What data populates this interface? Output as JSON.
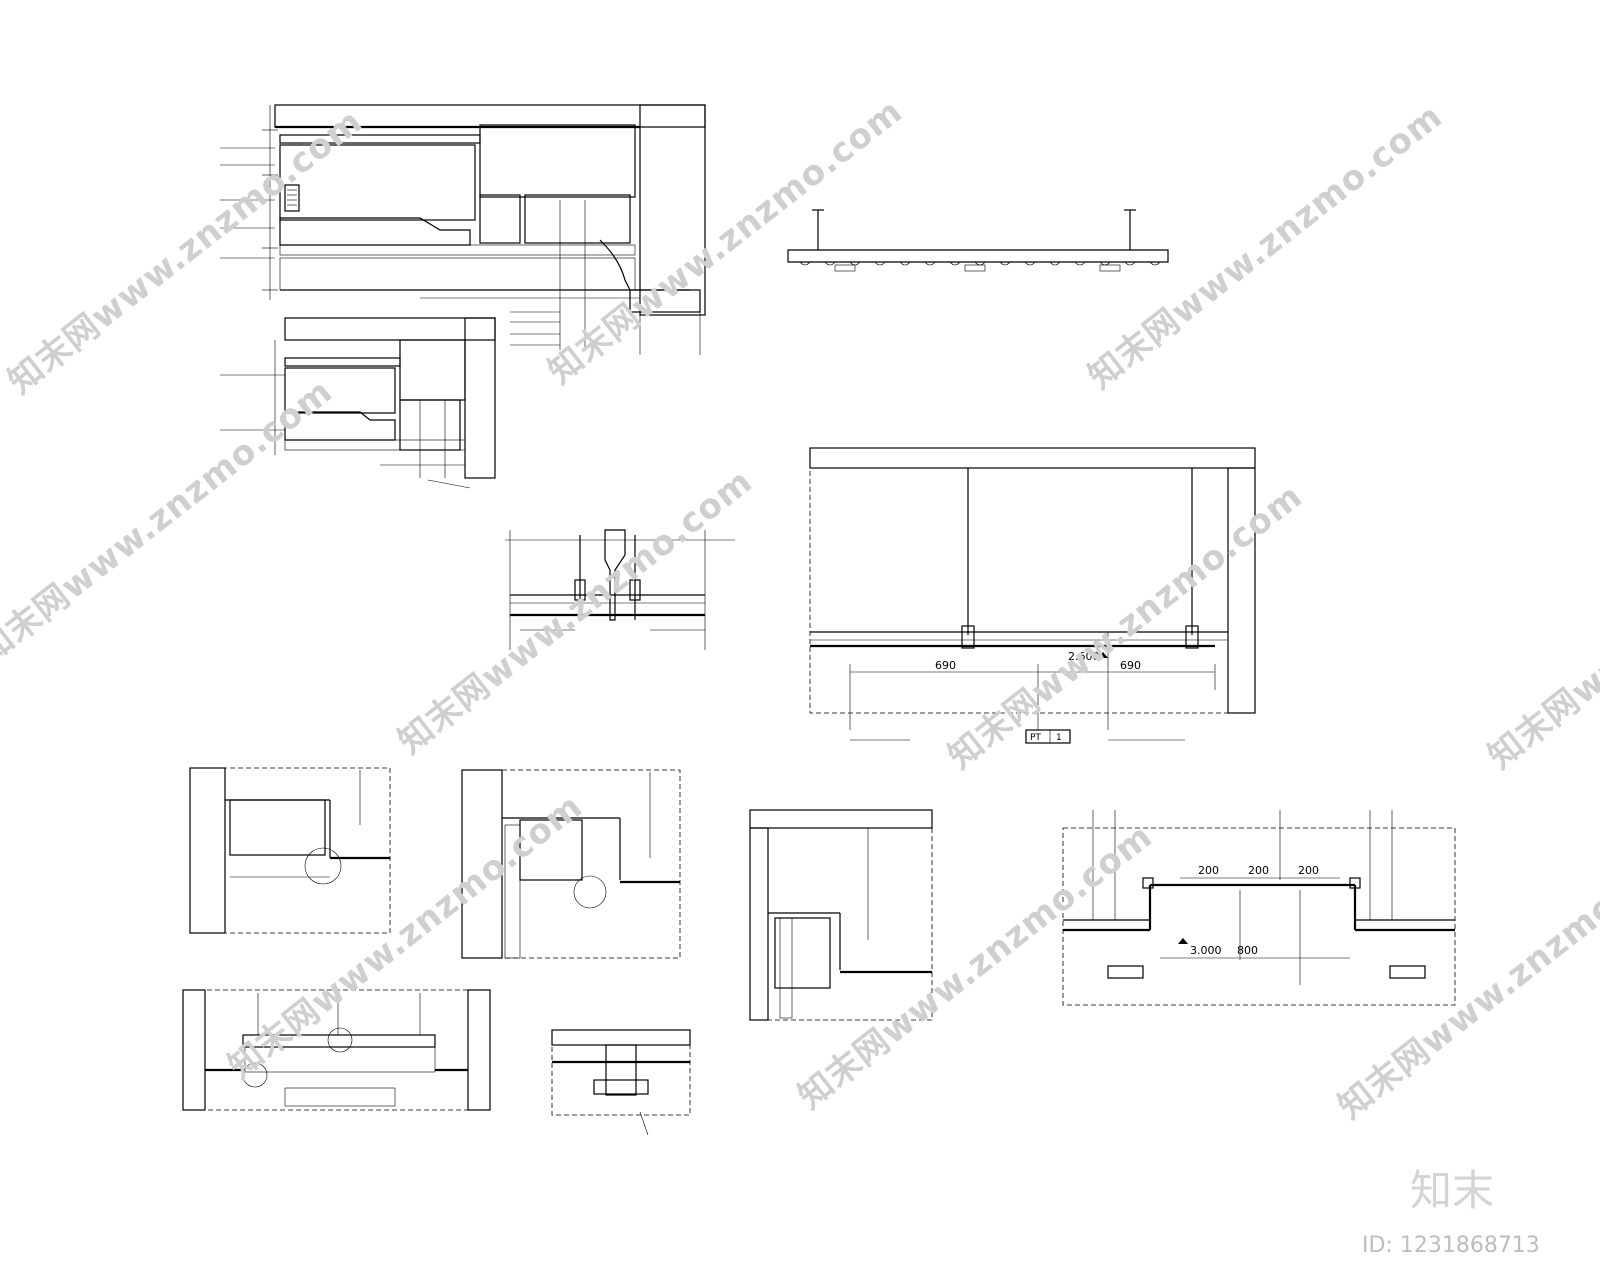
{
  "watermark": {
    "text": "知末网www.znzmo.com",
    "brand": "知末",
    "id_label": "ID: 1231868713"
  },
  "detail_b": {
    "dim_left": "690",
    "dim_right": "690",
    "level": "2.600",
    "tag_code": "PT",
    "tag_num": "1"
  },
  "detail_c": {
    "dim_1": "200",
    "dim_2": "200",
    "dim_3": "200",
    "dim_gap": "800",
    "level": "3.000"
  }
}
